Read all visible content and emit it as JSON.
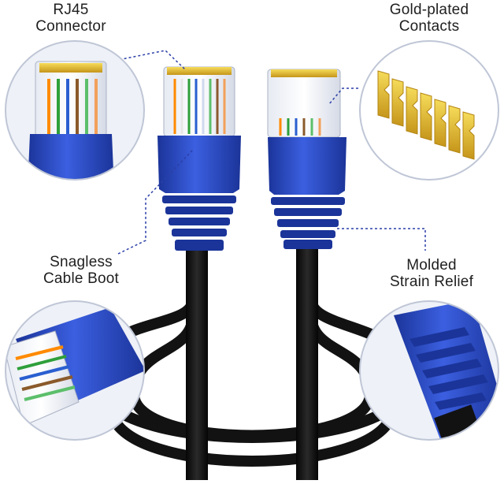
{
  "callouts": {
    "rj45": {
      "line1": "RJ45",
      "line2": "Connector"
    },
    "gold": {
      "line1": "Gold-plated",
      "line2": "Contacts"
    },
    "boot": {
      "line1": "Snagless",
      "line2": "Cable Boot"
    },
    "strain": {
      "line1": "Molded",
      "line2": "Strain Relief"
    }
  },
  "colors": {
    "boot_blue": "#2c4fc7",
    "boot_blue_dark": "#1b3499",
    "cable_black": "#121212",
    "gold": "#e0b92b",
    "circle_border": "#bfc6d6",
    "dotted_line": "#2c3fa8"
  }
}
